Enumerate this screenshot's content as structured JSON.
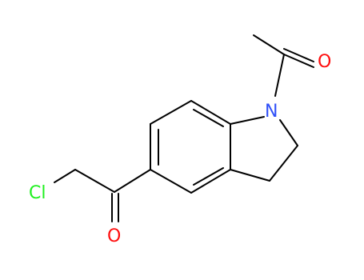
{
  "molecule": {
    "atoms": {
      "oxygen_acetyl": "O",
      "nitrogen": "N",
      "chlorine": "Cl",
      "oxygen_ketone": "O"
    },
    "colors": {
      "bond": "#000000",
      "oxygen": "#ff0d0d",
      "nitrogen": "#3050f8",
      "chlorine": "#1ff01f"
    }
  }
}
